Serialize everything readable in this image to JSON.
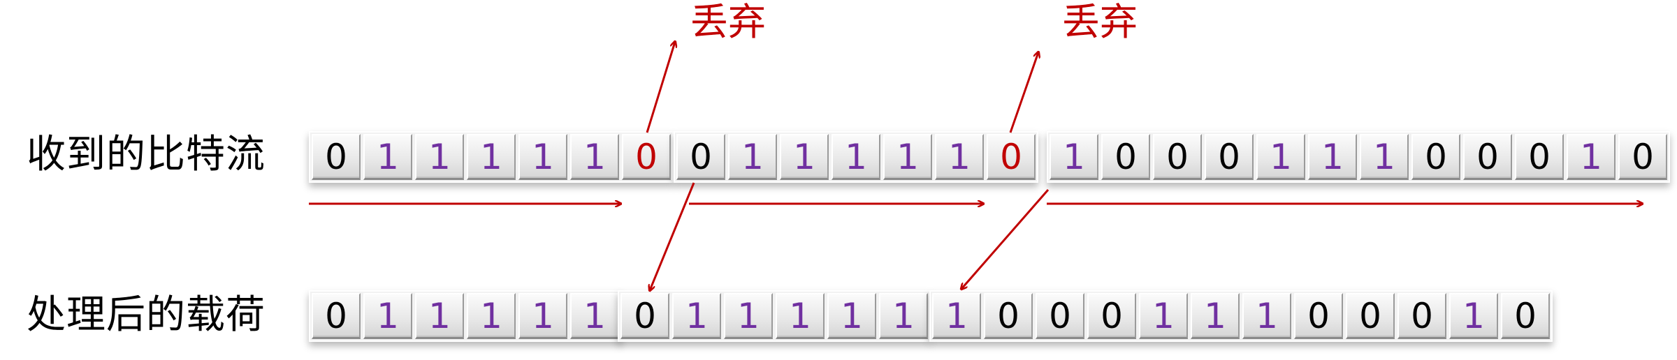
{
  "labels": {
    "received": "收到的比特流",
    "processed": "处理后的载荷",
    "discard": "丢弃"
  },
  "colors": {
    "zero": "#000000",
    "one": "#7030a0",
    "discarded": "#c00000",
    "arrow": "#c00000"
  },
  "received_groups": [
    [
      "0",
      "1",
      "1",
      "1",
      "1",
      "1",
      "0"
    ],
    [
      "0",
      "1",
      "1",
      "1",
      "1",
      "1",
      "0"
    ],
    [
      "1",
      "0",
      "0",
      "0",
      "1",
      "1",
      "1",
      "0",
      "0",
      "0",
      "1",
      "0"
    ]
  ],
  "processed_groups": [
    [
      "0",
      "1",
      "1",
      "1",
      "1",
      "1"
    ],
    [
      "0",
      "1",
      "1",
      "1",
      "1",
      "1"
    ],
    [
      "1",
      "0",
      "0",
      "0",
      "1",
      "1",
      "1",
      "0",
      "0",
      "0",
      "1",
      "0"
    ]
  ],
  "discarded_bits": [
    {
      "group": 0,
      "index": 6
    },
    {
      "group": 1,
      "index": 6
    }
  ]
}
